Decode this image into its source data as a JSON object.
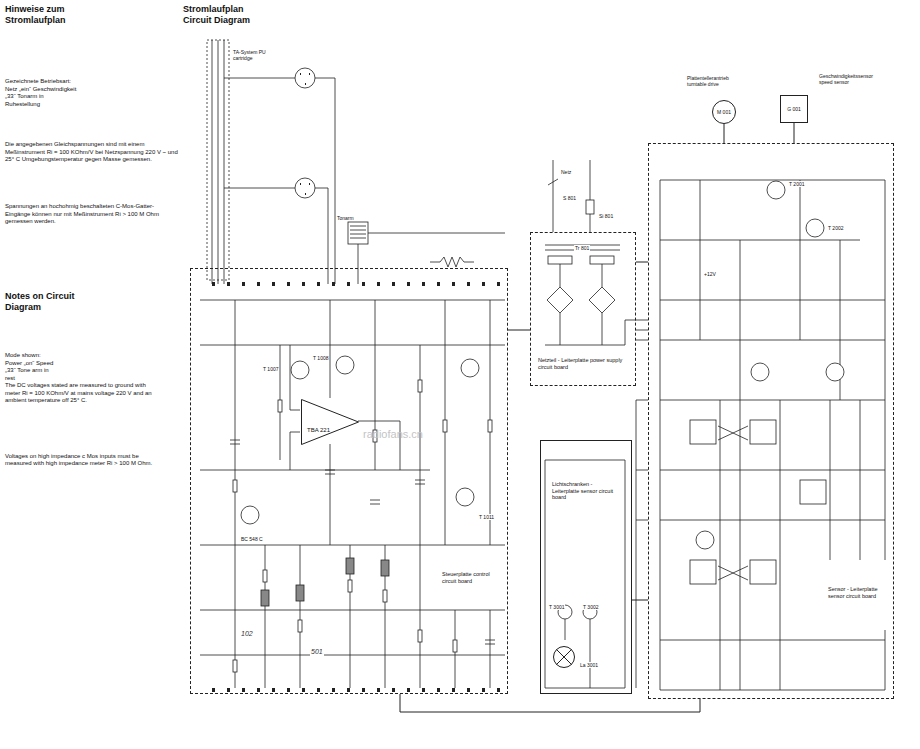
{
  "diagram": {
    "title": "Stromlaufplan Circuit Diagram",
    "nodes": [
      {
        "text": [
          "Steuerplatte control circuit board"
        ]
      },
      {
        "text": [
          "TBA 221"
        ],
        "in": 0
      },
      {
        "text": [
          "Netzteil - Leiterplatte power supply circuit board"
        ]
      },
      {
        "text": [
          "Lichtschranken - Leiterplatte sensor circuit board"
        ]
      },
      {
        "text": [
          "Sensor - Leiterplatte sensor circuit board"
        ]
      },
      {
        "text": [
          "M 001"
        ]
      },
      {
        "text": [
          "G 001"
        ]
      },
      {
        "text": [
          "La 3001"
        ],
        "in": 3
      }
    ],
    "edges": [
      {
        "from": 0,
        "to": 2,
        "arrow": "none"
      },
      {
        "from": 2,
        "to": 4,
        "arrow": "none"
      },
      {
        "from": 3,
        "to": 4,
        "arrow": "none"
      },
      {
        "from": 5,
        "to": 4,
        "arrow": "none"
      },
      {
        "from": 6,
        "to": 4,
        "arrow": "none"
      },
      {
        "from": 0,
        "to": 4,
        "arrow": "none"
      }
    ],
    "labels": [
      "Hinweise zum Stromlaufplan",
      "Gezeichnete Betriebsart: Netz „ein“ Geschwindigkeit „33“ Tonarm in Ruhestellung",
      "Die angegebenen Gleichspannungen sind mit einem Meßinstrument Ri = 100 KOhm/V bei Netzspannung 220 V ~ und 25° C Umgebungstemperatur gegen Masse gemessen.",
      "Spannungen an hochohmig beschalteten C-Mos-Gatter-Eingänge können nur mit Meßinstrument Ri > 100 M Ohm gemessen werden.",
      "Notes on Circuit Diagram",
      "Mode shown: Power „on“ Speed „33“ Tone arm in rest",
      "The DC voltages stated are measured to ground with meter Ri = 100 KOhm/V at mains voltage 220 V and an ambient temperature off 25° C.",
      "Voltages on high impedance c Mos inputs must be measured with high impedance meter Ri > 100 M Ohm.",
      "radiofans.cn",
      "TA-System PU cartridge",
      "Tonarm",
      "Netz",
      "S 801",
      "Si 801",
      "Tr 801",
      "T 1007",
      "T 1008",
      "BC 548 C",
      "T 1011",
      "102",
      "501",
      "T 3001",
      "T 3002",
      "T 2001",
      "T 2002",
      "Plattentellerantrieb turntable drive",
      "Geschwindigkeitssensor speed sensor",
      "+12V"
    ]
  }
}
